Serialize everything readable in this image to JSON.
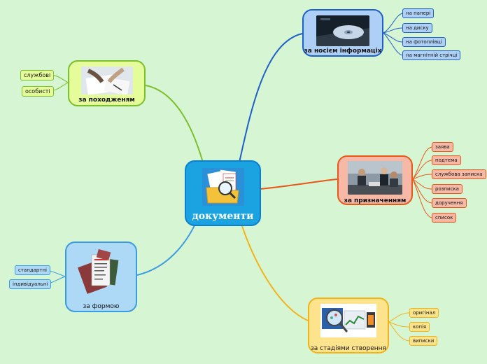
{
  "center": {
    "label": "документи"
  },
  "branches": {
    "nosiem": {
      "label": "за носієм інформаціх",
      "items": [
        "на папері",
        "на диску",
        "на фотоплівці",
        "на магнітній стрічці"
      ]
    },
    "pokhodzhennia": {
      "label": "за походженям",
      "items": [
        "службові",
        "особисті"
      ]
    },
    "pryznachennia": {
      "label": "за призначенням",
      "items": [
        "заява",
        "подтема",
        "службова записка",
        "розписка",
        "доручення",
        "список"
      ]
    },
    "formoiu": {
      "label": "за формою",
      "items": [
        "стандартні",
        "індивідуальні"
      ]
    },
    "stadiiamy": {
      "label": "за стадіями створення",
      "items": [
        "оригінал",
        "копія",
        "виписки"
      ]
    }
  },
  "colors": {
    "blue": "#1f5fc9",
    "green": "#7bbf2a",
    "orange": "#e8571a",
    "lightblue": "#3a9be0",
    "yellow": "#f2b21b"
  }
}
